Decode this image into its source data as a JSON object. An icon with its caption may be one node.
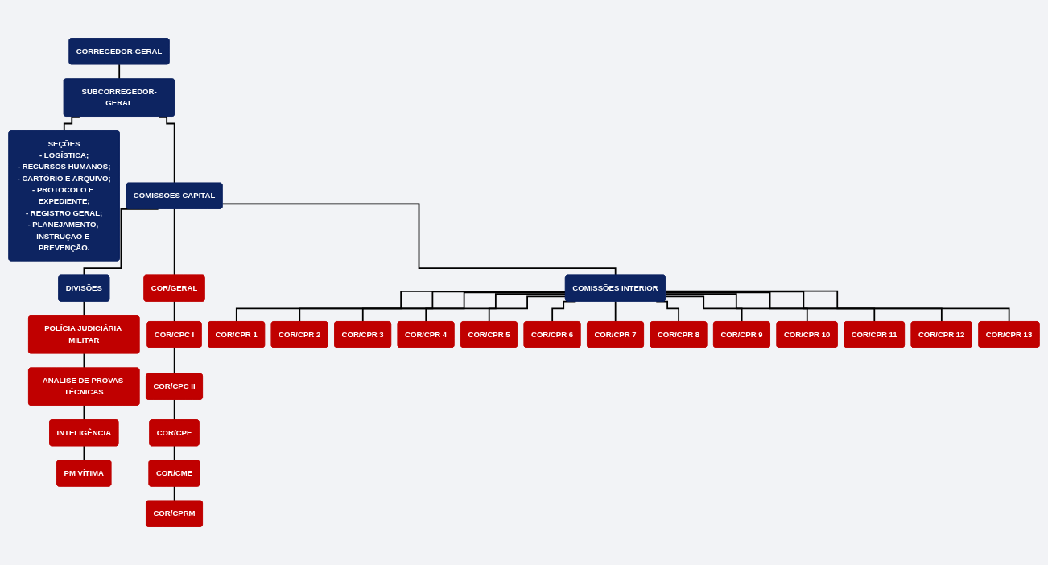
{
  "diagram": {
    "nodes": [
      {
        "text": [
          "CORREGEDOR-GERAL"
        ]
      },
      {
        "text": [
          "SUBCORREGEDOR-GERAL"
        ]
      },
      {
        "text": [
          "SEÇÕES",
          "- LOGÍSTICA;",
          "- RECURSOS HUMANOS;",
          "- CARTÓRIO E ARQUIVO;",
          "- PROTOCOLO E EXPEDIENTE;",
          "- REGISTRO GERAL;",
          "- PLANEJAMENTO, INSTRUÇÃO E PREVENÇÃO."
        ]
      },
      {
        "text": [
          "DIVISÕES"
        ]
      },
      {
        "text": [
          "COMISSÕES CAPITAL"
        ]
      },
      {
        "text": [
          "COMISSÕES INTERIOR"
        ]
      },
      {
        "text": [
          "POLÍCIA JUDICIÁRIA MILITAR"
        ]
      },
      {
        "text": [
          "ANÁLISE DE PROVAS TÉCNICAS"
        ]
      },
      {
        "text": [
          "INTELIGÊNCIA"
        ]
      },
      {
        "text": [
          "PM VÍTIMA"
        ]
      },
      {
        "text": [
          "COR/GERAL"
        ]
      },
      {
        "text": [
          "COR/CPC I"
        ]
      },
      {
        "text": [
          "COR/CPC II"
        ]
      },
      {
        "text": [
          "COR/CPE"
        ]
      },
      {
        "text": [
          "COR/CME"
        ]
      },
      {
        "text": [
          "COR/CPRM"
        ]
      },
      {
        "text": [
          "COR/CPR 1"
        ]
      },
      {
        "text": [
          "COR/CPR 2"
        ]
      },
      {
        "text": [
          "COR/CPR 3"
        ]
      },
      {
        "text": [
          "COR/CPR 4"
        ]
      },
      {
        "text": [
          "COR/CPR 5"
        ]
      },
      {
        "text": [
          "COR/CPR 6"
        ]
      },
      {
        "text": [
          "COR/CPR 7"
        ]
      },
      {
        "text": [
          "COR/CPR 8"
        ]
      },
      {
        "text": [
          "COR/CPR 9"
        ]
      },
      {
        "text": [
          "COR/CPR 10"
        ]
      },
      {
        "text": [
          "COR/CPR 11"
        ]
      },
      {
        "text": [
          "COR/CPR 12"
        ]
      },
      {
        "text": [
          "COR/CPR 13"
        ]
      }
    ],
    "edges": [
      {
        "from": 0,
        "to": 1,
        "arrow": "none"
      },
      {
        "from": 1,
        "to": 2,
        "arrow": "none"
      },
      {
        "from": 1,
        "to": 4,
        "arrow": "none"
      },
      {
        "from": 4,
        "to": 3,
        "arrow": "none"
      },
      {
        "from": 4,
        "to": 5,
        "arrow": "none"
      },
      {
        "from": 3,
        "to": 6,
        "arrow": "none"
      },
      {
        "from": 6,
        "to": 7,
        "arrow": "none"
      },
      {
        "from": 7,
        "to": 8,
        "arrow": "none"
      },
      {
        "from": 8,
        "to": 9,
        "arrow": "none"
      },
      {
        "from": 4,
        "to": 10,
        "arrow": "none"
      },
      {
        "from": 10,
        "to": 11,
        "arrow": "none"
      },
      {
        "from": 11,
        "to": 12,
        "arrow": "none"
      },
      {
        "from": 12,
        "to": 13,
        "arrow": "none"
      },
      {
        "from": 13,
        "to": 14,
        "arrow": "none"
      },
      {
        "from": 14,
        "to": 15,
        "arrow": "none"
      },
      {
        "from": 5,
        "to": 16,
        "arrow": "none"
      },
      {
        "from": 5,
        "to": 17,
        "arrow": "none"
      },
      {
        "from": 5,
        "to": 18,
        "arrow": "none"
      },
      {
        "from": 5,
        "to": 19,
        "arrow": "none"
      },
      {
        "from": 5,
        "to": 20,
        "arrow": "none"
      },
      {
        "from": 5,
        "to": 21,
        "arrow": "none"
      },
      {
        "from": 5,
        "to": 22,
        "arrow": "none"
      },
      {
        "from": 5,
        "to": 23,
        "arrow": "none"
      },
      {
        "from": 5,
        "to": 24,
        "arrow": "none"
      },
      {
        "from": 5,
        "to": 25,
        "arrow": "none"
      },
      {
        "from": 5,
        "to": 26,
        "arrow": "none"
      },
      {
        "from": 5,
        "to": 27,
        "arrow": "none"
      },
      {
        "from": 5,
        "to": 28,
        "arrow": "none"
      }
    ]
  }
}
